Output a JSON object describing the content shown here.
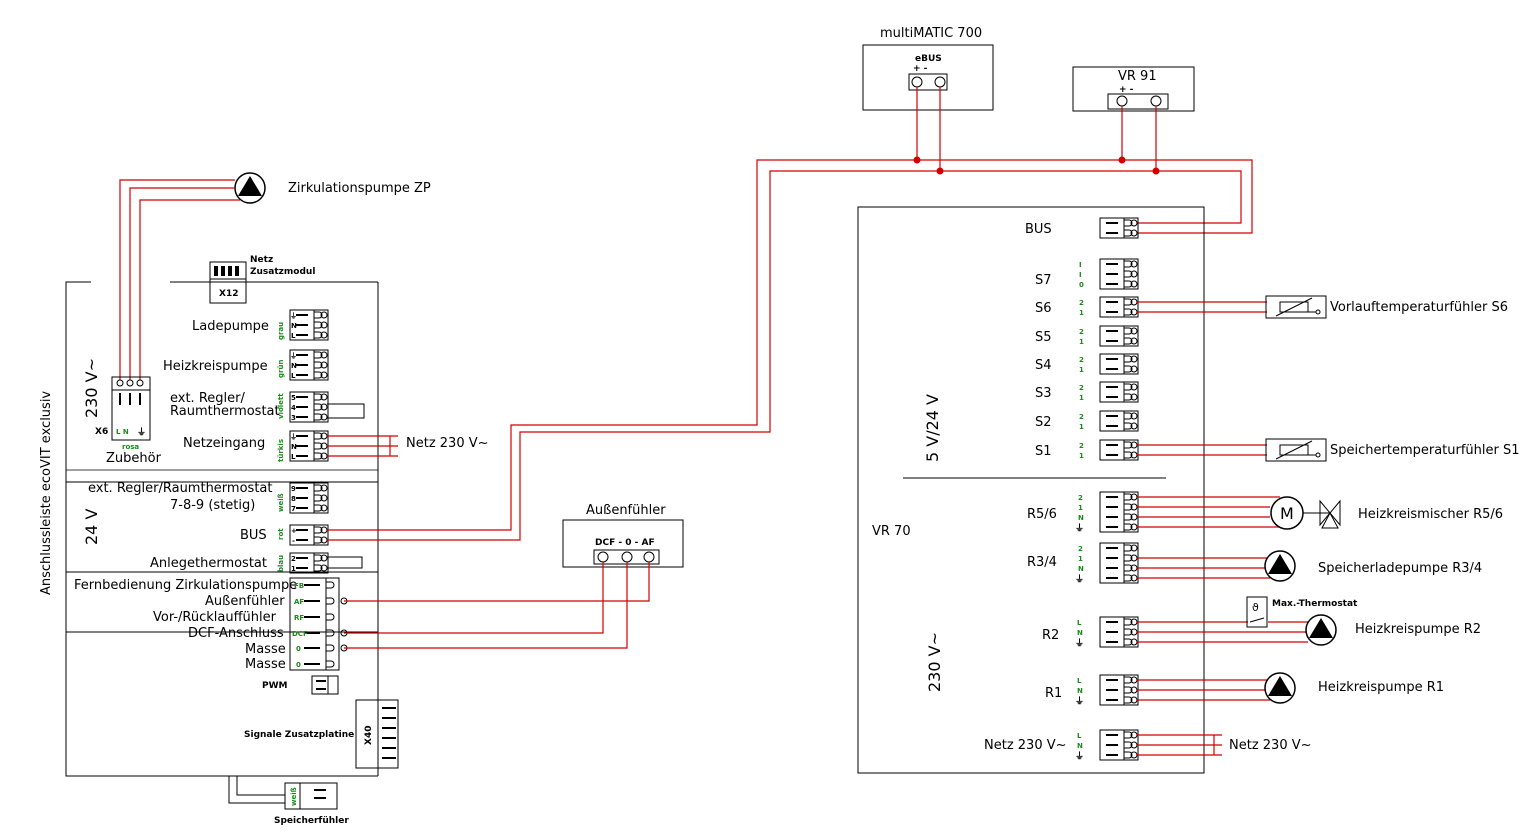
{
  "left": {
    "side_label": "Anschlussleiste ecoVIT exclusiv",
    "v230": "230 V~",
    "v24": "24 V",
    "x12_top": "Netz",
    "x12_bottom": "Zusatzmodul",
    "x12": "X12",
    "zp": "Zirkulationspumpe ZP",
    "x6": "X6",
    "rosa": "rosa",
    "zubehoer": "Zubehör",
    "ln": "L  N",
    "ladepumpe": "Ladepumpe",
    "heizkreispumpe": "Heizkreispumpe",
    "ext_regler_1": "ext. Regler/",
    "ext_regler_2": "Raumthermostat",
    "netzeingang": "Netzeingang",
    "netz_out": "Netz 230 V~",
    "ext_regler_789_1": "ext. Regler/Raumthermostat",
    "ext_regler_789_2": "7-8-9 (stetig)",
    "bus": "BUS",
    "anlege": "Anlegethermostat",
    "fernbed": "Fernbedienung Zirkulationspumpe",
    "aussenf": "Außenfühler",
    "vorruck": "Vor-/Rücklauffühler",
    "dcf": "DCF-Anschluss",
    "masse1": "Masse",
    "masse2": "Masse",
    "pwm": "PWM",
    "signale": "Signale Zusatzplatine",
    "x40": "X40",
    "speicherfuehler": "Speicherfühler",
    "colors": {
      "grau": "grau",
      "gruen": "grün",
      "violett": "violett",
      "tuerkis": "türkis",
      "weiss": "weiß",
      "rot": "rot",
      "blau": "blau",
      "weiss2": "weiß"
    },
    "pins": {
      "lade": [
        "⏚",
        "N",
        "L"
      ],
      "heiz": [
        "⏚",
        "N",
        "L"
      ],
      "ext": [
        "5",
        "4",
        "3"
      ],
      "netz": [
        "⏚",
        "N",
        "L"
      ],
      "p789": [
        "9",
        "8",
        "7"
      ],
      "bus": [
        "+",
        "-"
      ],
      "anlege": [
        "2",
        "1"
      ],
      "fb": [
        "FB",
        "AF",
        "RF",
        "DCF",
        "0",
        "0"
      ]
    }
  },
  "aussenfuehler": {
    "title": "Außenfühler",
    "pins": "DCF - 0 -  AF"
  },
  "multimatic": {
    "title": "multiMATIC 700",
    "ebus": "eBUS",
    "pm": "+    -"
  },
  "vr91": {
    "title": "VR 91",
    "pm": "+       -"
  },
  "vr70": {
    "name": "VR 70",
    "v524": "5 V/24 V",
    "v230": "230 V~",
    "bus": "BUS",
    "sensors": [
      "S7",
      "S6",
      "S5",
      "S4",
      "S3",
      "S2",
      "S1"
    ],
    "s7_pins": [
      "I",
      "I",
      "0"
    ],
    "s_pins": [
      "2",
      "1"
    ],
    "r56": "R5/6",
    "r34": "R3/4",
    "r2": "R2",
    "r1": "R1",
    "netz": "Netz 230 V~",
    "r56_pins": [
      "2",
      "1",
      "N",
      "⏚"
    ],
    "r34_pins": [
      "2",
      "1",
      "N",
      "⏚"
    ],
    "r_pins": [
      "L",
      "N",
      "⏚"
    ]
  },
  "right": {
    "vorlauf": "Vorlauftemperaturfühler S6",
    "speichertemp": "Speichertemperaturfühler S1",
    "mischer": "Heizkreismischer R5/6",
    "m": "M",
    "speicherlade": "Speicherladepumpe R3/4",
    "maxthermo": "Max.-Thermostat",
    "theta": "ϑ",
    "hkp_r2": "Heizkreispumpe R2",
    "hkp_r1": "Heizkreispumpe R1",
    "netz": "Netz 230 V~"
  }
}
